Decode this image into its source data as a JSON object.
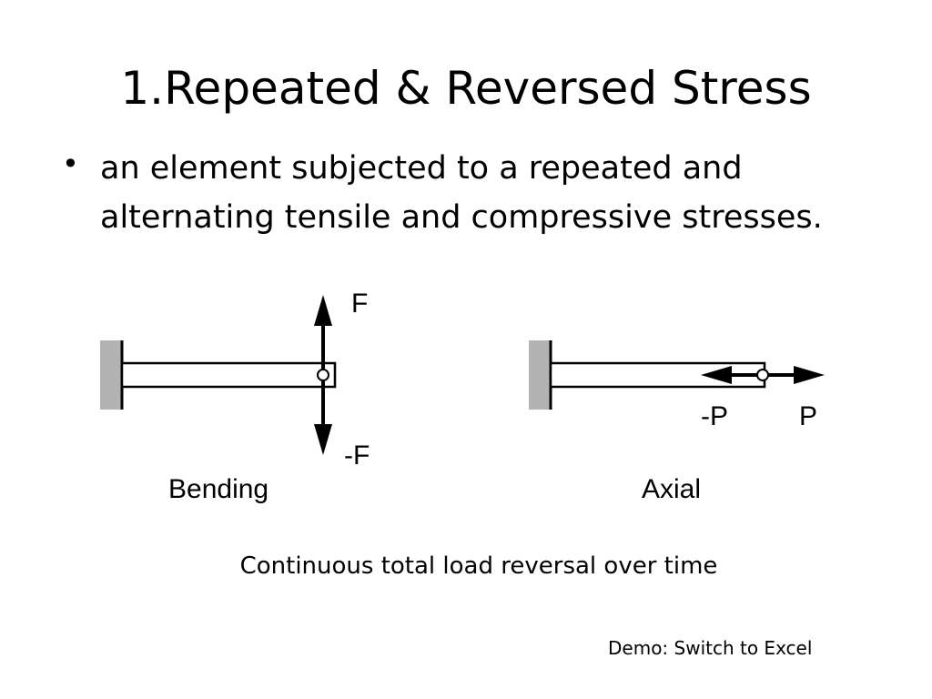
{
  "slide": {
    "title": "1.Repeated & Reversed Stress",
    "bullet": {
      "marker": "•",
      "text": "an element subjected to a repeated and alternating tensile and compressive stresses."
    },
    "figure": {
      "bending": {
        "force_up_label": "F",
        "force_down_label": "-F",
        "caption": "Bending"
      },
      "axial": {
        "force_left_label": "-P",
        "force_right_label": "P",
        "caption": "Axial"
      }
    },
    "caption": "Continuous total load reversal over time",
    "demo_note": "Demo:  Switch to Excel"
  }
}
